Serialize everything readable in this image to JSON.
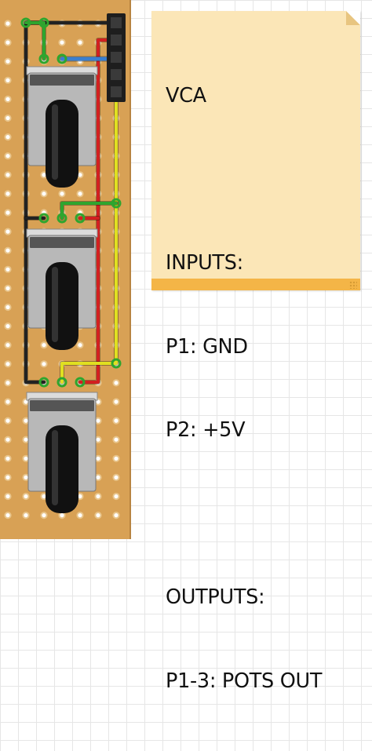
{
  "note": {
    "lines": [
      "VCA",
      "",
      "INPUTS:",
      "P1: GND",
      "P2: +5V",
      "",
      "OUTPUTS:",
      "P1-3: POTS OUT"
    ]
  },
  "colors": {
    "board": "#d8a155",
    "pad": "#ffffff",
    "wire_black": "#222222",
    "wire_red": "#d22020",
    "wire_green": "#2ea52e",
    "wire_yellow": "#e0e020",
    "wire_blue": "#3a7fd0",
    "pot_body": "#b8b8b8",
    "pot_shaft": "#111111",
    "note_bg": "#fbe6b7",
    "note_bar": "#f4b547"
  },
  "icons": {
    "header": "pin-header-icon",
    "pot": "potentiometer-icon"
  }
}
